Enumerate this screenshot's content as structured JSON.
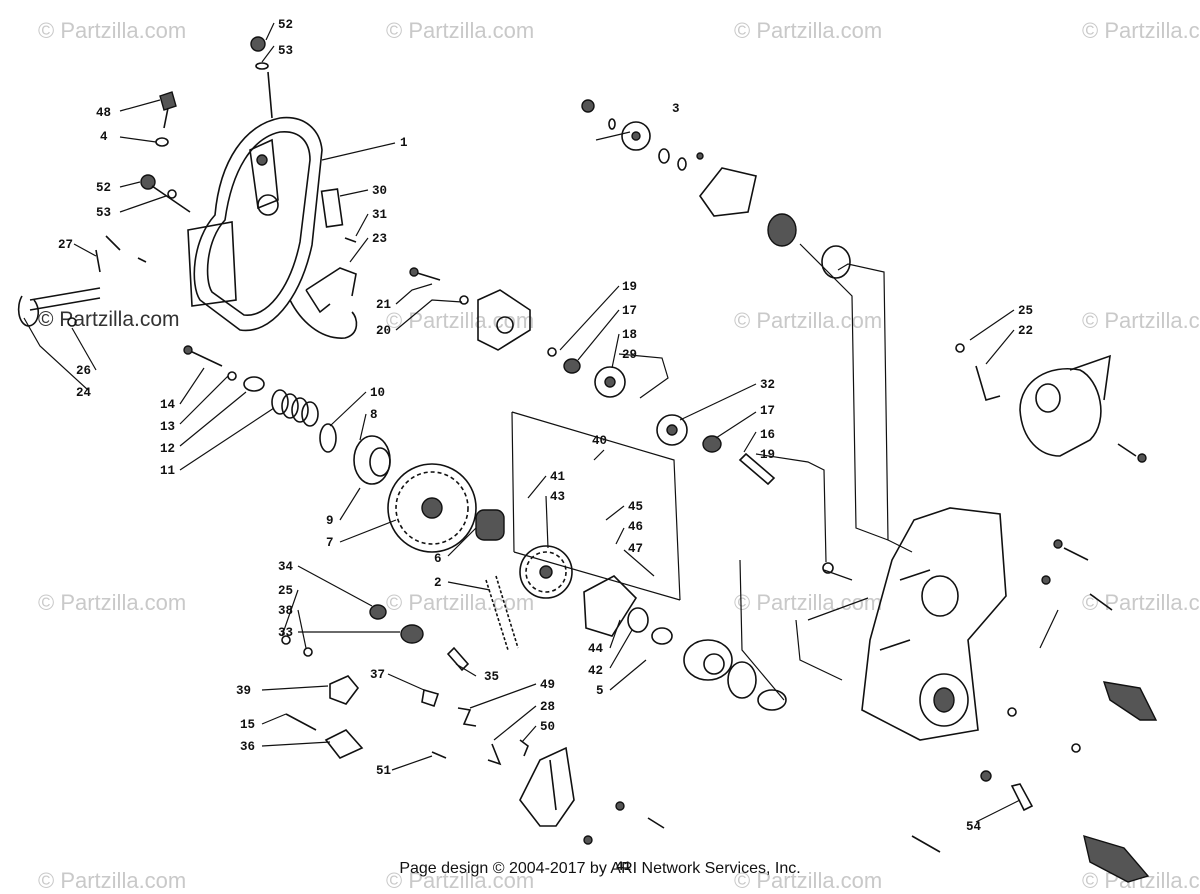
{
  "watermarks": [
    "© Partzilla.com",
    "© Partzilla.com",
    "© Partzilla.com",
    "© Partzilla.com",
    "© Partzilla.com",
    "© Partzilla.com",
    "© Partzilla.com",
    "© Partzilla.com",
    "© Partzilla.com",
    "© Partzilla.com",
    "© Partzilla.com",
    "© Partzilla.com",
    "© Partzilla.com",
    "© Partzilla.com",
    "© Partzilla.com",
    "© Partzilla.com"
  ],
  "callouts": {
    "c52a": "52",
    "c53a": "53",
    "c48": "48",
    "c4": "4",
    "c1": "1",
    "c52b": "52",
    "c53b": "53",
    "c30": "30",
    "c31": "31",
    "c23": "23",
    "c27": "27",
    "c26": "26",
    "c24": "24",
    "c21": "21",
    "c20": "20",
    "c19a": "19",
    "c17a": "17",
    "c18": "18",
    "c29": "29",
    "c32": "32",
    "c17b": "17",
    "c16": "16",
    "c19b": "19",
    "c3": "3",
    "c25a": "25",
    "c22": "22",
    "c14": "14",
    "c13": "13",
    "c12": "12",
    "c11": "11",
    "c10": "10",
    "c8": "8",
    "c9": "9",
    "c7": "7",
    "c40": "40",
    "c41a": "41",
    "c43": "43",
    "c45": "45",
    "c46": "46",
    "c47": "47",
    "c6": "6",
    "c2": "2",
    "c44": "44",
    "c42": "42",
    "c5": "5",
    "c34": "34",
    "c25b": "25",
    "c38": "38",
    "c33": "33",
    "c35": "35",
    "c39": "39",
    "c37": "37",
    "c49": "49",
    "c28": "28",
    "c50": "50",
    "c15": "15",
    "c36": "36",
    "c51": "51",
    "c41b": "41",
    "c54": "54"
  },
  "footer": "Page design © 2004-2017 by ARI Network Services, Inc."
}
